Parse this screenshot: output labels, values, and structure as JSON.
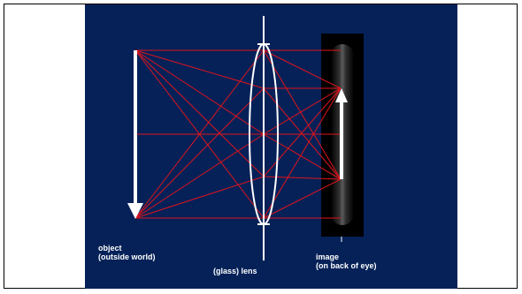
{
  "labels": {
    "object_line1": "object",
    "object_line2": "(outside world)",
    "lens": "(glass) lens",
    "image_line1": "image",
    "image_line2": "(on back of eye)"
  },
  "colors": {
    "background": "#052158",
    "rays": "#e0141c",
    "arrows": "#ffffff",
    "eye_back": "#000000"
  }
}
